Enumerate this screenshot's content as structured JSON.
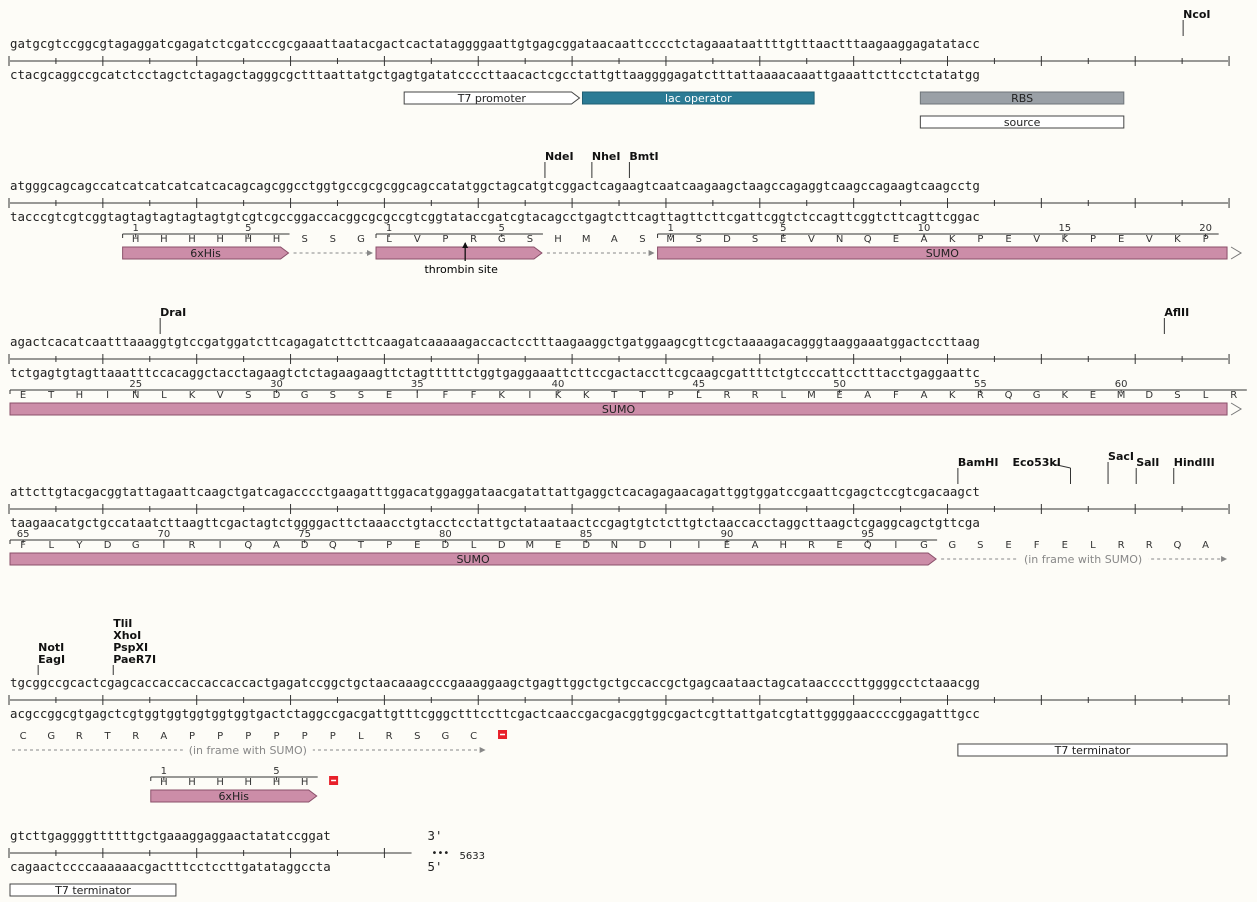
{
  "colors": {
    "cds": "#cc8da8",
    "cds_stroke": "#8a4f6a",
    "lac": "#2b7b95",
    "rbs": "#9aa0a6",
    "stop": "#e8202a",
    "dashed": "#888888"
  },
  "rows": [
    {
      "top": "gatgcgtccggcgtagaggatcgagatctcgatcccgcgaaattaatacgactcactataggggaattgtgagcggataacaattcccctctagaaataattttgtttaactttaagaaggagatatacc",
      "bottom": "ctacgcaggccgcatctcctagctctagagctagggcgctttaattatgctgagtgatatccccttaacactcgcctattgttaaggggagatctttattaaaacaaattgaaattcttcctctatatgg",
      "sites": [
        {
          "name": "NcoI",
          "pos": 125
        }
      ],
      "features": [
        {
          "label": "T7 promoter",
          "start": 42,
          "end": 61,
          "style": "outline",
          "dir": "right",
          "row": 0
        },
        {
          "label": "lac operator",
          "start": 61,
          "end": 86,
          "style": "lac",
          "dir": "none",
          "row": 0
        },
        {
          "label": "RBS",
          "start": 97,
          "end": 119,
          "style": "rbs",
          "dir": "none",
          "row": 0
        },
        {
          "label": "source",
          "start": 97,
          "end": 119,
          "style": "outline",
          "dir": "none",
          "row": 1
        }
      ]
    },
    {
      "top": "atgggcagcagccatcatcatcatcatcacagcagcggcctggtgccgcgcggcagccatatggctagcatgtcggactcagaagtcaatcaagaagctaagccagaggtcaagccagaagtcaagcctg",
      "bottom": "tacccgtcgtcggtagtagtagtagtagtgtcgtcgccggaccacggcgcgccgtcggtataccgatcgtacagcctgagtcttcagttagttcttcgattcggtctccagttcggtcttcagttcggac",
      "sites": [
        {
          "name": "NdeI",
          "pos": 57
        },
        {
          "name": "NheI",
          "pos": 62
        },
        {
          "name": "BmtI",
          "pos": 66
        }
      ],
      "translations": [
        {
          "start": 12,
          "residues": "HHHHHH",
          "first": 1,
          "marks": [
            1,
            5
          ]
        },
        {
          "start": 30,
          "residues": "SSG",
          "first": 0,
          "marks": []
        },
        {
          "start": 39,
          "residues": "LVPRGS",
          "first": 1,
          "marks": [
            1,
            5
          ]
        },
        {
          "start": 57,
          "residues": "HMAS",
          "first": 0,
          "marks": []
        },
        {
          "start": 69,
          "residues": "MSDSEVNQEAKPEVKPEVKP",
          "first": 1,
          "marks": [
            1,
            5,
            10,
            15,
            20
          ]
        }
      ],
      "features": [
        {
          "label": "6xHis",
          "start": 12,
          "end": 30,
          "style": "cds",
          "dir": "right",
          "row": 0
        },
        {
          "label": "",
          "start": 30,
          "end": 39,
          "style": "dashed",
          "dir": "right",
          "row": 0
        },
        {
          "label": "",
          "start": 39,
          "end": 57,
          "style": "cds",
          "dir": "right",
          "row": 0
        },
        {
          "label": "",
          "start": 57,
          "end": 69,
          "style": "dashed",
          "dir": "right",
          "row": 0
        },
        {
          "label": "SUMO",
          "start": 69,
          "end": 130,
          "style": "cds",
          "dir": "cont",
          "row": 0
        }
      ],
      "thrombin_label": "thrombin site"
    },
    {
      "top": "agactcacatcaatttaaaggtgtccgatggatcttcagagatcttcttcaagatcaaaaagaccactcctttaagaaggctgatggaagcgttcgctaaaagacagggtaaggaaatggactccttaag",
      "bottom": "tctgagtgtagttaaatttccacaggctacctagaagtctctagaagaagttctagtttttctggtgaggaaattcttccgactaccttcgcaagcgattttctgtcccattcctttacctgaggaattc",
      "sites": [
        {
          "name": "DraI",
          "pos": 16
        },
        {
          "name": "AflII",
          "pos": 123
        }
      ],
      "translations": [
        {
          "start": 0,
          "residues": "ETHINLKVSDGSSEIFFKIKKTTPLRRLMEAFAKRQGKEMDSLR",
          "first": 21,
          "marks": [
            25,
            30,
            35,
            40,
            45,
            50,
            55,
            60
          ]
        }
      ],
      "features": [
        {
          "label": "SUMO",
          "start": 0,
          "end": 130,
          "style": "cds",
          "dir": "cont",
          "row": 0
        }
      ]
    },
    {
      "top": "attcttgtacgacggtattagaattcaagctgatcagacccctgaagatttggacatggaggataacgatattattgaggctcacagagaacagattggtggatccgaattcgagctccgtcgacaagct",
      "bottom": "taagaacatgctgccataatcttaagttcgactagtctggggacttctaaacctgtacctcctattgctataataactccgagtgtctcttgtctaaccacctaggcttaagctcgaggcagctgttcga",
      "sites": [
        {
          "name": "BamHI",
          "pos": 101
        },
        {
          "name": "Eco53kI",
          "pos": 113
        },
        {
          "name": "SacI",
          "pos": 117
        },
        {
          "name": "SalI",
          "pos": 120
        },
        {
          "name": "HindIII",
          "pos": 124
        }
      ],
      "translations": [
        {
          "start": 0,
          "residues": "FLYDGIRIQADQTPEDLDMEDNDIIEAHREQIG",
          "first": 65,
          "marks": [
            65,
            70,
            75,
            80,
            85,
            90,
            95
          ]
        },
        {
          "start": 99,
          "residues": "GSEFELRRQA",
          "first": 0,
          "marks": []
        }
      ],
      "features": [
        {
          "label": "SUMO",
          "start": 0,
          "end": 99,
          "style": "cds",
          "dir": "right",
          "row": 0
        },
        {
          "label": "(in frame with SUMO)",
          "start": 99,
          "end": 130,
          "style": "dashed",
          "dir": "right",
          "row": 0
        }
      ]
    },
    {
      "top": "tgcggccgcactcgagcaccaccaccaccaccactgagatccggctgctaacaaagcccgaaaggaagctgagttggctgctgccaccgctgagcaataactagcataaccccttggggcctctaaacgg",
      "bottom": "acgccggcgtgagctcgtggtggtggtggtggtgactctaggccgacgattgtttcgggctttccttcgactcaaccgacgacggtggcgactcgttattgatcgtattggggaaccccggagatttgcc",
      "sites": [
        {
          "name": "NotI",
          "name2": "EagI",
          "pos": 3
        },
        {
          "name": "TliI",
          "name2": "XhoI",
          "name3": "PspXI",
          "name4": "PaeR7I",
          "pos": 11
        }
      ],
      "translations": [
        {
          "start": 0,
          "residues": "CGRTRAPPPPPPLRSGC",
          "first": 0,
          "marks": [],
          "stop": true
        }
      ],
      "features": [
        {
          "label": "(in frame with SUMO)",
          "start": 0,
          "end": 51,
          "style": "dashed",
          "dir": "right",
          "row": 0
        },
        {
          "label": "T7 terminator",
          "start": 101,
          "end": 130,
          "style": "outline",
          "dir": "none",
          "row": 0
        }
      ],
      "second_translation": {
        "start": 15,
        "residues": "HHHHHH",
        "first": 1,
        "marks": [
          1,
          5
        ],
        "stop": true,
        "label": "6xHis"
      }
    },
    {
      "top": "gtcttgaggggttttttgctgaaaggaggaactatatccggat",
      "bottom": "cagaactccccaaaaaacgactttcctccttgatataggccta",
      "end_top": "3'",
      "end_bottom": "5'",
      "length": "5633",
      "features": [
        {
          "label": "T7 terminator",
          "start": 0,
          "end": 18,
          "style": "outline",
          "dir": "none",
          "row": 0
        }
      ]
    }
  ]
}
